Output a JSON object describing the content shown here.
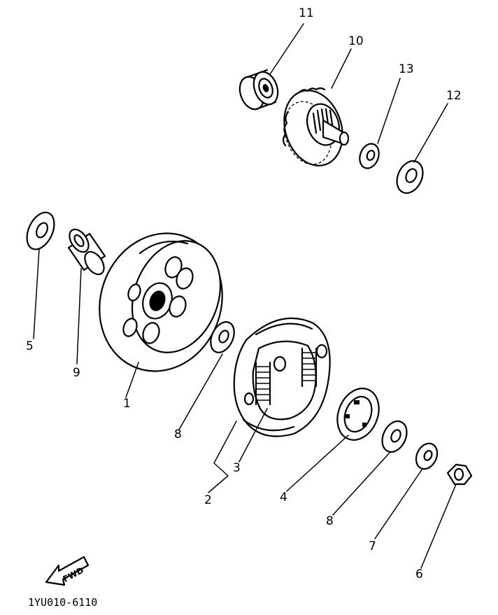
{
  "callouts": {
    "c1": "1",
    "c2": "2",
    "c3": "3",
    "c4": "4",
    "c5": "5",
    "c6": "6",
    "c7": "7",
    "c8a": "8",
    "c8b": "8",
    "c9": "9",
    "c10": "10",
    "c11": "11",
    "c12": "12",
    "c13": "13"
  },
  "direction_marker": {
    "label": "FWD"
  },
  "drawing_code": "1YU010-6110"
}
